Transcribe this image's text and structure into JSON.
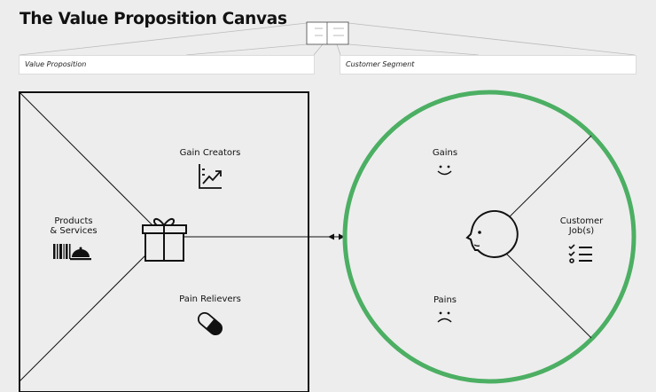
{
  "title": "The Value Proposition Canvas",
  "fields": {
    "value_proposition": "Value Proposition",
    "customer_segment": "Customer Segment"
  },
  "value_map": {
    "gain_creators": "Gain Creators",
    "products_services_line1": "Products",
    "products_services_line2": "& Services",
    "pain_relievers": "Pain Relievers"
  },
  "customer_profile": {
    "gains": "Gains",
    "customer_jobs_line1": "Customer",
    "customer_jobs_line2": "Job(s)",
    "pains": "Pains"
  },
  "colors": {
    "customer_circle": "#4caf63",
    "background": "#ededed"
  },
  "icons": [
    "chart-icon",
    "gift-icon",
    "barcode-icon",
    "service-bell-icon",
    "pill-icon",
    "smile-icon",
    "frown-icon",
    "checklist-icon",
    "face-icon"
  ]
}
